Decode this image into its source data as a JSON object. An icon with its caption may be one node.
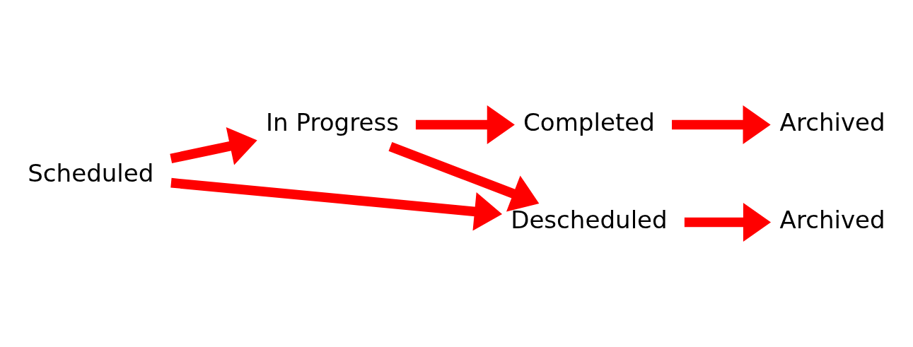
{
  "diagram": {
    "nodes": [
      {
        "text": [
          "Scheduled"
        ]
      },
      {
        "text": [
          "In Progress"
        ]
      },
      {
        "text": [
          "Completed"
        ]
      },
      {
        "text": [
          "Archived"
        ]
      },
      {
        "text": [
          "Descheduled"
        ]
      },
      {
        "text": [
          "Archived"
        ]
      }
    ],
    "edges": [
      {
        "from": 0,
        "to": 1,
        "arrow": "to"
      },
      {
        "from": 1,
        "to": 2,
        "arrow": "to"
      },
      {
        "from": 2,
        "to": 3,
        "arrow": "to"
      },
      {
        "from": 1,
        "to": 4,
        "arrow": "to"
      },
      {
        "from": 0,
        "to": 4,
        "arrow": "to"
      },
      {
        "from": 4,
        "to": 5,
        "arrow": "to"
      }
    ]
  }
}
